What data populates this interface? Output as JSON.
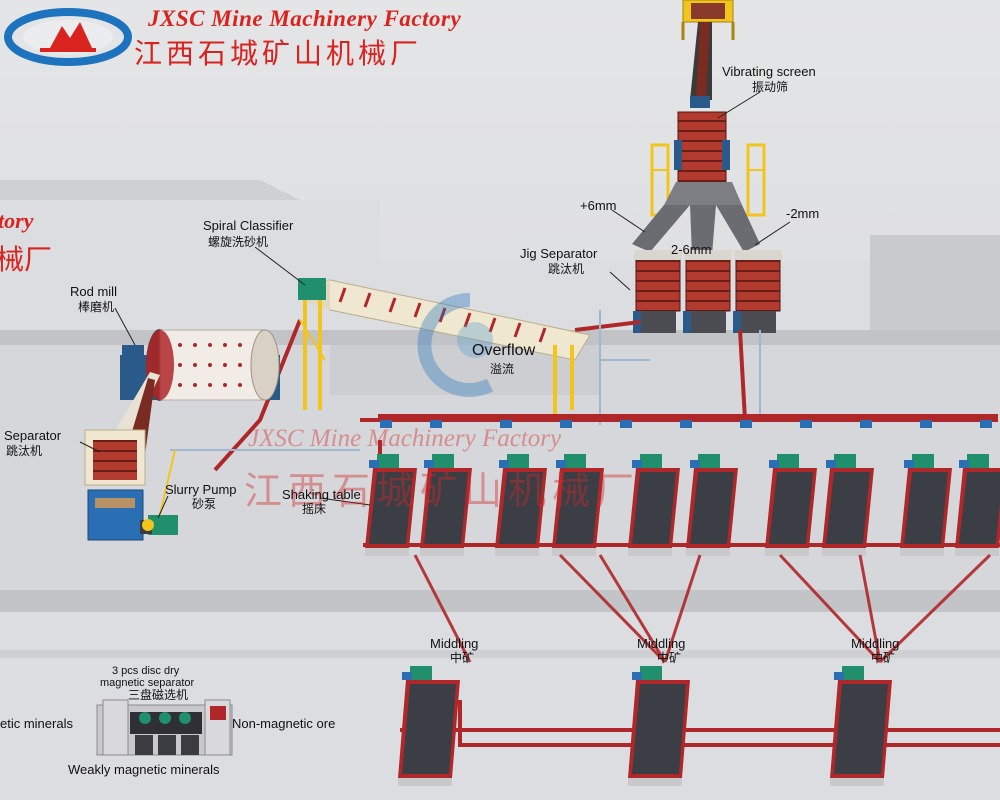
{
  "brand": {
    "name_en": "JXSC Mine Machinery Factory",
    "name_zh": "江西石城矿山机械厂",
    "side_en": "tory",
    "side_zh": "械厂"
  },
  "watermark": {
    "en": "JXSC Mine Machinery Factory",
    "zh": "江西石城矿山机械厂"
  },
  "labels": {
    "vibrating_screen": {
      "en": "Vibrating screen",
      "zh": "振动筛"
    },
    "plus_6mm": "+6mm",
    "minus_2mm": "-2mm",
    "size_2_6mm": "2-6mm",
    "jig_separator": {
      "en": "Jig Separator",
      "zh": "跳汰机"
    },
    "spiral_classifier": {
      "en": "Spiral Classifier",
      "zh": "螺旋洗砂机"
    },
    "rod_mill": {
      "en": "Rod mill",
      "zh": "棒磨机"
    },
    "overflow": {
      "en": "Overflow",
      "zh": "溢流"
    },
    "separator": {
      "en": "Separator",
      "zh": "跳汰机"
    },
    "slurry_pump": {
      "en": "Slurry Pump",
      "zh": "砂泵"
    },
    "shaking_table": {
      "en": "Shaking table",
      "zh": "摇床"
    },
    "middling": {
      "en": "Middling",
      "zh": "中矿"
    },
    "magnetic_separator": {
      "en_line1": "3 pcs disc dry",
      "en_line2": "magnetic separator",
      "zh": "三盘磁选机"
    },
    "magnetic_minerals": "etic minerals",
    "non_magnetic_ore": "Non-magnetic ore",
    "weakly_magnetic": "Weakly magnetic minerals"
  },
  "colors": {
    "brand_red": "#d8231f",
    "equipment_yellow": "#f2c51c",
    "pipe_red": "#b0272a",
    "table_deck": "#3b3e45",
    "motor_green": "#1f8f6c"
  }
}
